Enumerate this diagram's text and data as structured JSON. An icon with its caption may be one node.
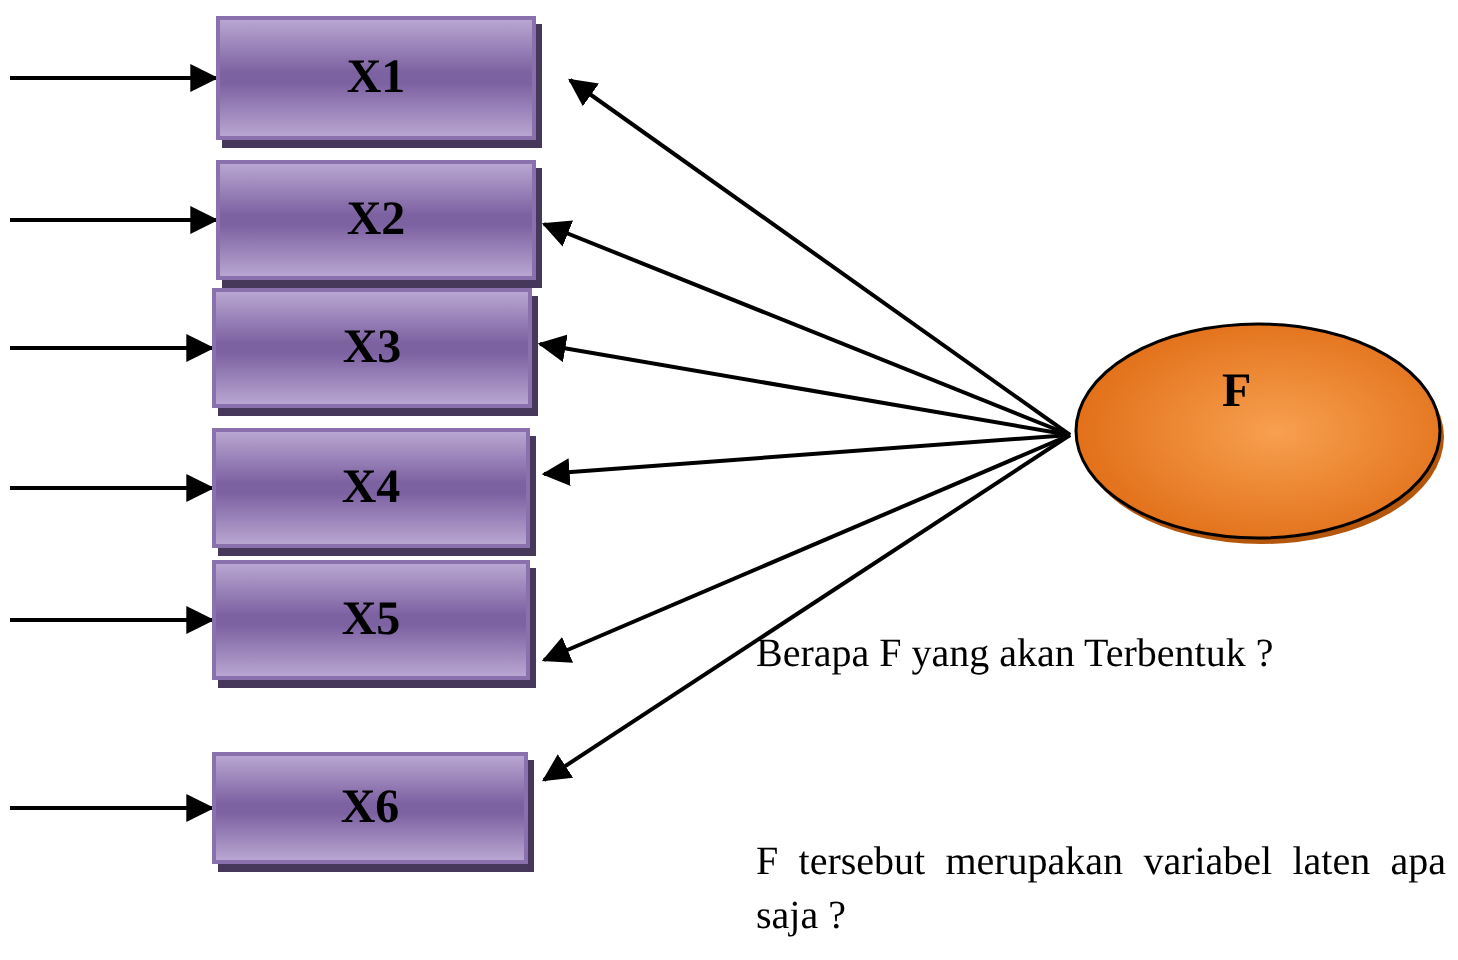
{
  "diagram": {
    "nodes": [
      {
        "text": [
          "X1"
        ]
      },
      {
        "text": [
          "X2"
        ]
      },
      {
        "text": [
          "X3"
        ]
      },
      {
        "text": [
          "X4"
        ]
      },
      {
        "text": [
          "X5"
        ]
      },
      {
        "text": [
          "X6"
        ]
      },
      {
        "text": [
          "F"
        ]
      }
    ],
    "edges": [
      {
        "from": null,
        "to": 0,
        "arrow": "to"
      },
      {
        "from": null,
        "to": 1,
        "arrow": "to"
      },
      {
        "from": null,
        "to": 2,
        "arrow": "to"
      },
      {
        "from": null,
        "to": 3,
        "arrow": "to"
      },
      {
        "from": null,
        "to": 4,
        "arrow": "to"
      },
      {
        "from": null,
        "to": 5,
        "arrow": "to"
      },
      {
        "from": 6,
        "to": 0,
        "arrow": "to"
      },
      {
        "from": 6,
        "to": 1,
        "arrow": "to"
      },
      {
        "from": 6,
        "to": 2,
        "arrow": "to"
      },
      {
        "from": 6,
        "to": 3,
        "arrow": "to"
      },
      {
        "from": 6,
        "to": 4,
        "arrow": "to"
      },
      {
        "from": 6,
        "to": 5,
        "arrow": "to"
      }
    ],
    "labels": [
      "Berapa F yang akan Terbentuk ?",
      "F tersebut merupakan variabel laten apa saja ?"
    ]
  }
}
